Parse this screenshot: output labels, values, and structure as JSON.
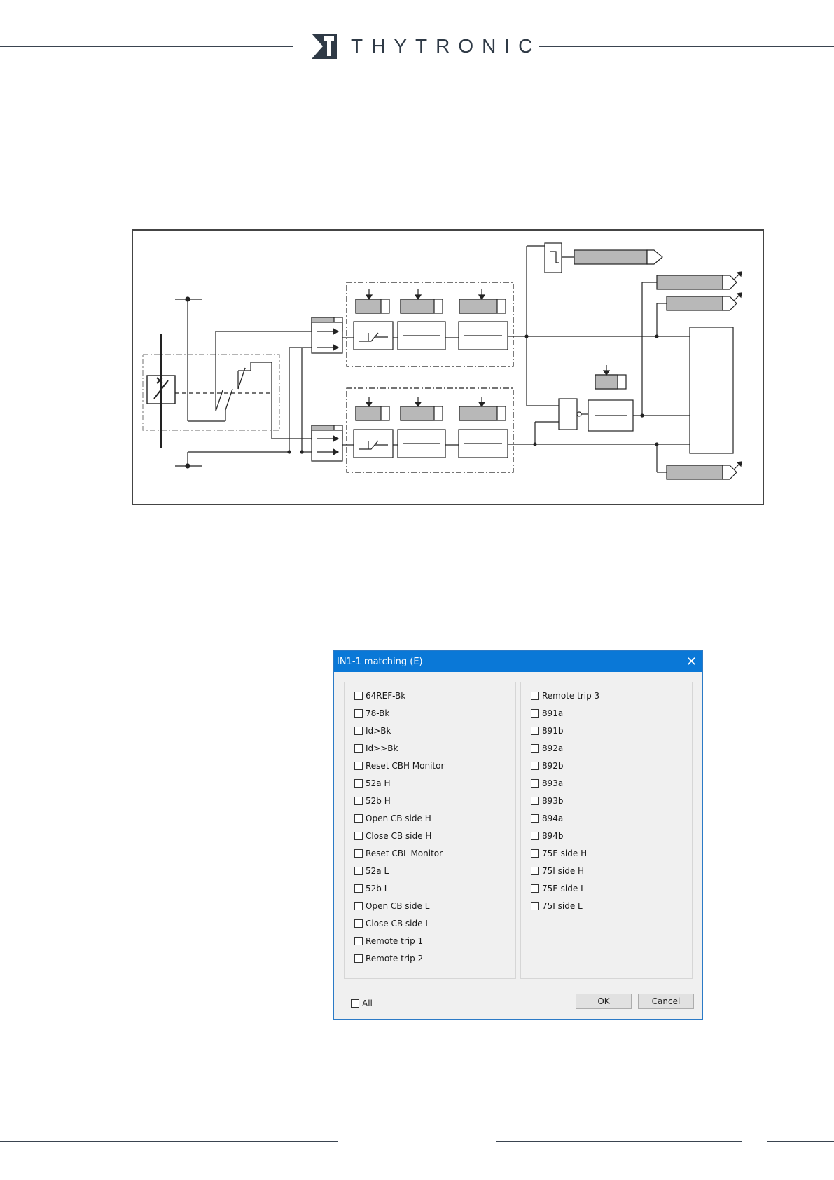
{
  "header": {
    "brand": "THYTRONIC",
    "logo_icon": "thytronic-logo-icon"
  },
  "dialog": {
    "title": "IN1-1  matching (E)",
    "close_icon": "close-icon",
    "left_items": [
      "64REF-Bk",
      "78-Bk",
      "Id>Bk",
      "Id>>Bk",
      "Reset CBH Monitor",
      "52a H",
      "52b H",
      "Open CB side H",
      "Close CB side H",
      "Reset CBL Monitor",
      "52a L",
      "52b L",
      "Open CB side L",
      "Close CB side L",
      "Remote trip 1",
      "Remote trip 2"
    ],
    "right_items": [
      "Remote trip 3",
      "891a",
      "891b",
      "892a",
      "892b",
      "893a",
      "893b",
      "894a",
      "894b",
      "75E side H",
      "75I side H",
      "75E side L",
      "75I side L"
    ],
    "all_label": "All",
    "ok_label": "OK",
    "cancel_label": "Cancel"
  },
  "colors": {
    "title_bar": "#0a78d7",
    "rule": "#3a4450",
    "block_fill": "#b8b8b8"
  }
}
